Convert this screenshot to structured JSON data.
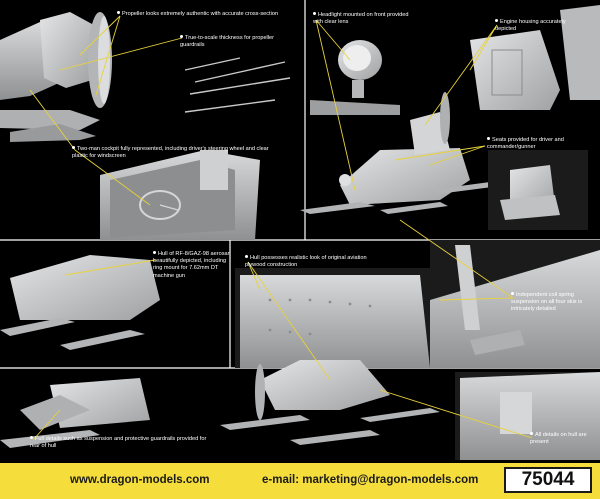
{
  "callouts": {
    "propeller": "Propeller looks extremely authentic with accurate cross-section",
    "guardrails": "True-to-scale thickness for propeller guardrails",
    "headlight": "Headlight mounted on front provided with clear lens",
    "engine": "Engine housing accurately depicted",
    "cockpit": "Two-man cockpit fully represented, including driver's steering wheel and clear plastic for windscreen",
    "seats": "Seats provided for driver and commander/gunner",
    "hull": "Hull of RF-8/GAZ-98 aerosan beautifully depicted, including ring mount for 7.62mm DT machine gun",
    "plywood": "Hull possesses realistic look of original aviation plywood construction",
    "suspension": "Independent coil spring suspension on all four skis is intricately detailed",
    "rear": "Full details such as suspension and protective guardrails provided for rear of hull",
    "hull_details": "All details on hull are present"
  },
  "footer": {
    "website": "www.dragon-models.com",
    "email": "e-mail: marketing@dragon-models.com",
    "product_code": "75044"
  },
  "colors": {
    "background": "#000000",
    "footer": "#f5dd3c",
    "leader_line": "#e8d23a",
    "model_grey": "#c9cacb"
  }
}
